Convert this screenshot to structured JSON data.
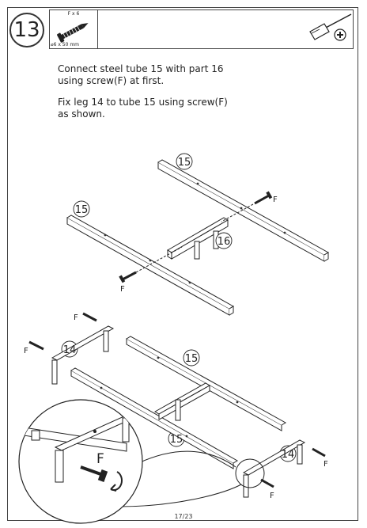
{
  "step": {
    "number": "13"
  },
  "parts": {
    "quantity_label": "F x 6",
    "size_label": "⌀6 x 50 mm",
    "screw_icon": "screw-icon",
    "tool_icon": "screwdriver-icon"
  },
  "instructions": {
    "line1": "Connect steel tube 15 with part 16",
    "line2": "using screw(F) at first.",
    "line3": "Fix leg 14 to tube 15 using screw(F)",
    "line4": "as shown."
  },
  "callouts": {
    "tube_a": "15",
    "tube_b": "15",
    "part16": "16",
    "tube_c": "15",
    "tube_d": "15",
    "leg_a": "14",
    "leg_b": "14",
    "screw_f1": "F",
    "screw_f2": "F",
    "screw_f3": "F",
    "screw_f4": "F",
    "screw_f5": "F",
    "screw_f6": "F",
    "zoom_f": "F"
  },
  "footer": {
    "page_number": "17/23"
  }
}
